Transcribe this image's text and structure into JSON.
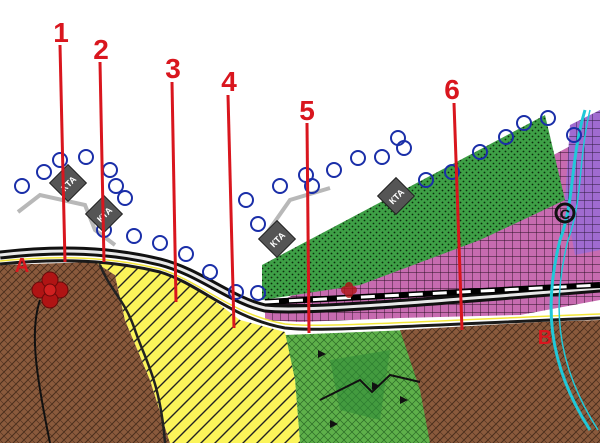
{
  "markers": [
    {
      "label": "1"
    },
    {
      "label": "2"
    },
    {
      "label": "3"
    },
    {
      "label": "4"
    },
    {
      "label": "5"
    },
    {
      "label": "6"
    }
  ],
  "points": [
    {
      "label": "A"
    },
    {
      "label": "B"
    },
    {
      "label": "C"
    }
  ],
  "kta_signs": [
    {
      "label": "КТА"
    },
    {
      "label": "КТА"
    },
    {
      "label": "КТА"
    },
    {
      "label": "КТА"
    }
  ],
  "colors": {
    "marker_red": "#d9161e",
    "brown_zone": "#8a5a3c",
    "yellow_zone": "#fbf45a",
    "green_zone": "#5eb04a",
    "dark_green_zone": "#2e8a36",
    "pink_zone": "#c76bb0",
    "violet_zone": "#a06bd0",
    "circle_blue": "#1a2ea8",
    "river_cyan": "#20c8d8"
  },
  "icons": [
    "circle-ring-icon",
    "diamond-sign-icon",
    "cross-flower-icon"
  ]
}
